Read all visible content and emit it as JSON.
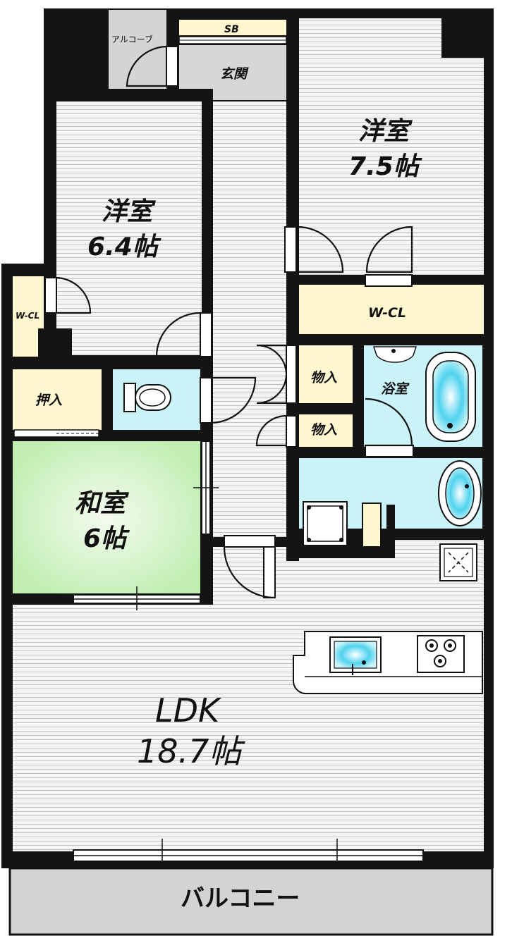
{
  "rooms": {
    "alcove": "アルコーブ",
    "sb": "SB",
    "entrance": "玄関",
    "western_a_name": "洋室",
    "western_a_size": "7.5帖",
    "western_b_name": "洋室",
    "western_b_size": "6.4帖",
    "wcl_small": "W-CL",
    "wcl_large": "W-CL",
    "storage_1": "物入",
    "storage_2": "物入",
    "bath": "浴室",
    "closet": "押入",
    "japanese_name": "和室",
    "japanese_size": "6帖",
    "ldk_name": "LDK",
    "ldk_size": "18.7帖",
    "balcony": "バルコニー"
  },
  "colors": {
    "wall": "#141414",
    "floor": "#f2f2f2",
    "floor_lines": "#c9c9c9",
    "wet_area": "#c9f3f7",
    "storage": "#fff7cf",
    "tatami": "#c8f0b8",
    "entrance": "#d6d6d6",
    "balcony": "#d3d3d3"
  }
}
